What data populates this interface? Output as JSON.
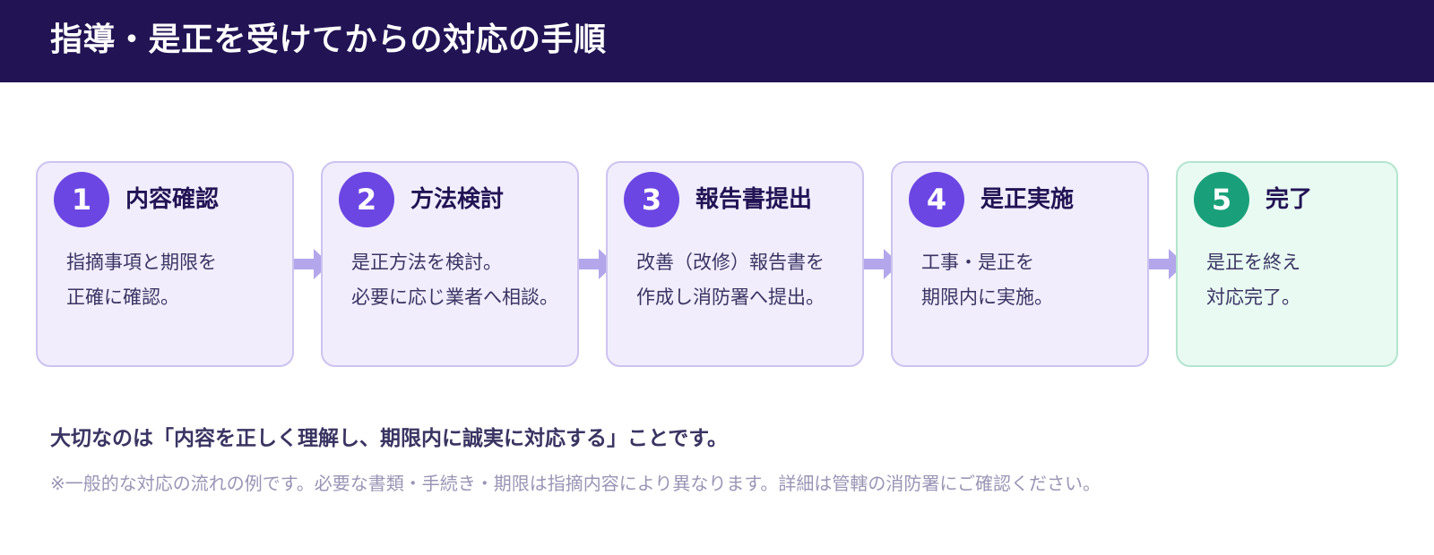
{
  "header": {
    "title": "指導・是正を受けてからの対応の手順"
  },
  "steps": [
    {
      "number": "1",
      "title": "内容確認",
      "lines": [
        "指摘事項と期限を",
        "正確に確認。"
      ],
      "status": "normal"
    },
    {
      "number": "2",
      "title": "方法検討",
      "lines": [
        "是正方法を検討。",
        "必要に応じ業者へ相談。"
      ],
      "status": "normal"
    },
    {
      "number": "3",
      "title": "報告書提出",
      "lines": [
        "改善（改修）報告書を",
        "作成し消防署へ提出。"
      ],
      "status": "normal"
    },
    {
      "number": "4",
      "title": "是正実施",
      "lines": [
        "工事・是正を",
        "期限内に実施。"
      ],
      "status": "normal"
    },
    {
      "number": "5",
      "title": "完了",
      "lines": [
        "是正を終え",
        "対応完了。"
      ],
      "status": "done"
    }
  ],
  "notes": {
    "main": "大切なのは「内容を正しく理解し、期限内に誠実に対応する」ことです。",
    "sub": "※一般的な対応の流れの例です。必要な書類・手続き・期限は指摘内容により異なります。詳細は管轄の消防署にご確認ください。"
  },
  "colors": {
    "header_bg": "#221354",
    "accent_purple": "#6c46e3",
    "accent_green": "#19a07a",
    "card_bg": "#f1edfd",
    "card_done_bg": "#e9faf3",
    "arrow": "#b3a6eb"
  },
  "icons": {
    "connector": "arrow-right-icon"
  }
}
